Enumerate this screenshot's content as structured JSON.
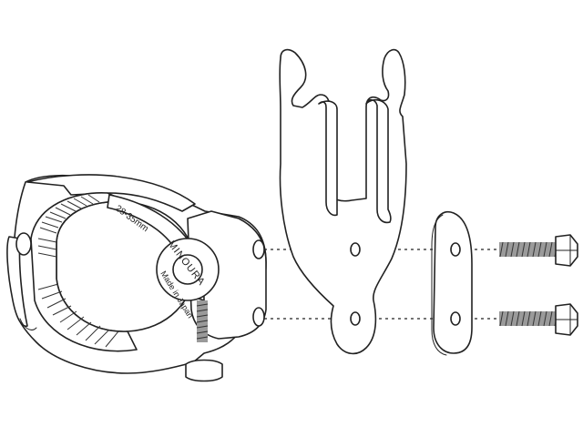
{
  "labels": {
    "size_range": "28-35mm",
    "brand": "MINOURA",
    "origin": "Made in Japan"
  }
}
